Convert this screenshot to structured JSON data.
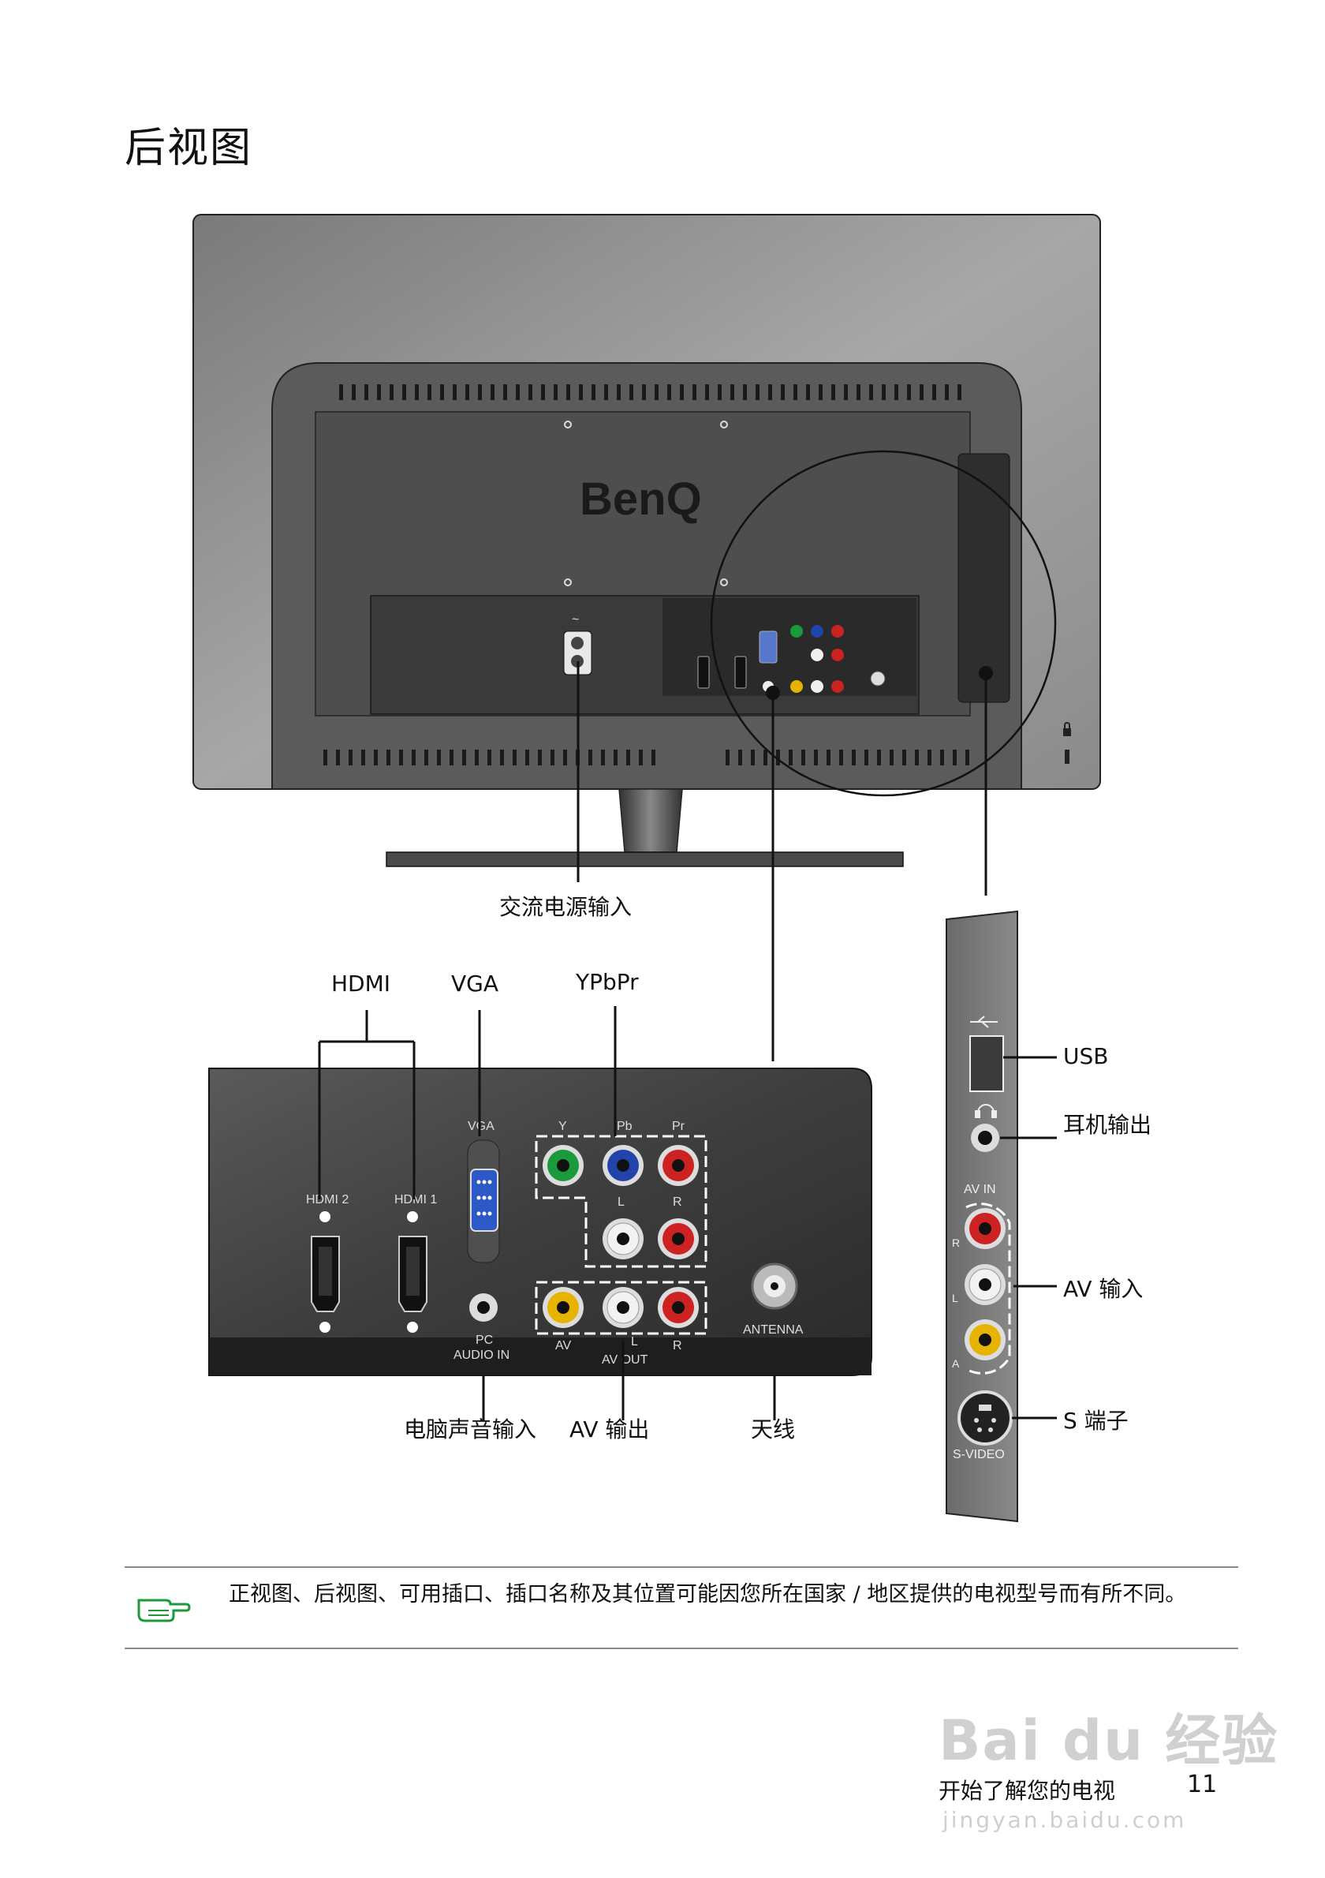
{
  "page_title": "后视图",
  "brand_logo": "BenQ",
  "callouts": {
    "ac_power": "交流电源输入",
    "hdmi": "HDMI",
    "vga": "VGA",
    "ypbpr": "YPbPr",
    "pc_audio": "电脑声音输入",
    "av_out": "AV 输出",
    "antenna": "天线",
    "usb": "USB",
    "headphone": "耳机输出",
    "av_in": "AV 输入",
    "s_video": "S 端子"
  },
  "panel_labels": {
    "vga": "VGA",
    "hdmi2": "HDMI 2",
    "hdmi1": "HDMI 1",
    "y": "Y",
    "pb": "Pb",
    "pr": "Pr",
    "l": "L",
    "r": "R",
    "pc": "PC",
    "audio_in": "AUDIO IN",
    "av": "AV",
    "av_out": "AV OUT",
    "antenna": "ANTENNA",
    "av_in": "AV IN",
    "side_r": "R",
    "side_l": "L",
    "side_a": "A",
    "s_video": "S-VIDEO"
  },
  "note_text": "正视图、后视图、可用插口、插口名称及其位置可能因您所在国家 / 地区提供的电视型号而有所不同。",
  "footer": {
    "section": "开始了解您的电视",
    "page_number": "11"
  },
  "watermark": {
    "main": "Bai du 经验",
    "sub": "jingyan.baidu.com"
  },
  "icons": [
    "pointing-hand-icon",
    "usb-icon",
    "headphone-icon",
    "lock-icon",
    "ac-power-icon"
  ]
}
